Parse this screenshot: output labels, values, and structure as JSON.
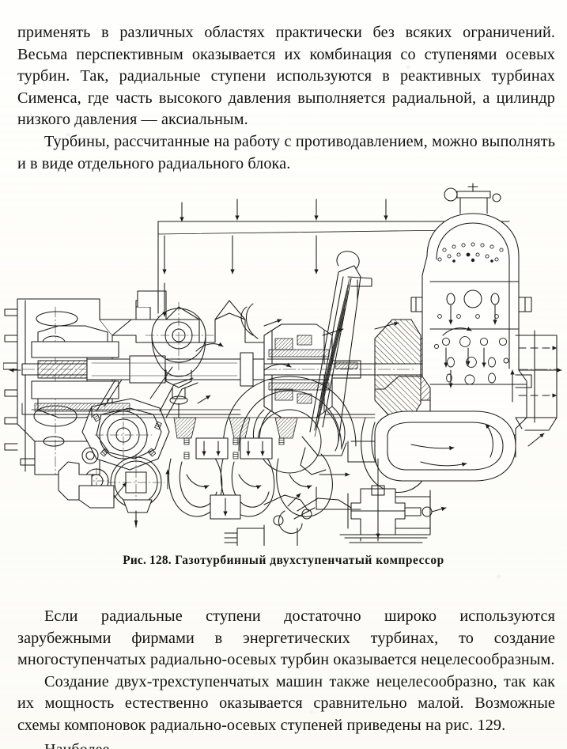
{
  "page": {
    "language": "ru",
    "background_color": "#fefefc",
    "ink_color": "#111111"
  },
  "top_text": {
    "paragraphs": [
      "применять в различных областях практически без всяких ограничений. Весьма перспективным оказывается их комбинация со ступенями осевых турбин. Так, радиальные ступени используются в реактивных турбинах Сименса, где часть высокого давления выполняется радиальной, а цилиндр низкого давления — аксиальным.",
      "Турбины, рассчитанные на работу с противодавлением, можно выполнять и в виде отдельного радиального блока."
    ]
  },
  "figure": {
    "caption_label": "Рис. 128.",
    "caption_text": "Газотурбинный двухступенчатый компрессор",
    "caption_full": "Рис. 128. Газотурбинный двухступенчатый компрессор",
    "description": "Продольный разрез газотурбинного двухступенчатого компрессора с промежуточным охладителем",
    "line_color": "#1a1a1a"
  },
  "bottom_text": {
    "paragraphs": [
      "Если радиальные ступени достаточно широко используются зарубежными фирмами в энергетических турбинах, то создание многоступенчатых радиально-осевых турбин оказывается нецелесообразным.",
      "Создание двух-трехступенчатых машин также нецелесообразно, так как их мощность естественно оказывается сравнительно малой. Возможные схемы компоновок радиально-осевых ступеней приведены на рис. 129."
    ],
    "cut_off_line": "Наиболее"
  }
}
